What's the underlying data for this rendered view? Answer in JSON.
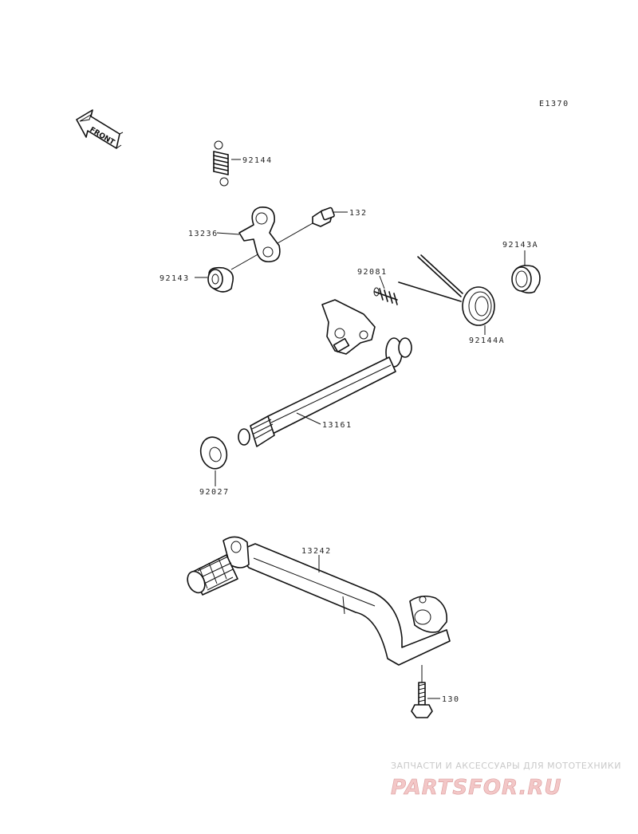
{
  "diagram_code": "E1370",
  "front_arrow": {
    "label": "FRONT",
    "icon": "front-arrow-icon"
  },
  "parts": [
    {
      "id": "92144",
      "label": "92144"
    },
    {
      "id": "132",
      "label": "132"
    },
    {
      "id": "13236",
      "label": "13236"
    },
    {
      "id": "92143",
      "label": "92143"
    },
    {
      "id": "92081",
      "label": "92081"
    },
    {
      "id": "92143A",
      "label": "92143A"
    },
    {
      "id": "92144A",
      "label": "92144A"
    },
    {
      "id": "13161",
      "label": "13161"
    },
    {
      "id": "92027",
      "label": "92027"
    },
    {
      "id": "13242",
      "label": "13242"
    },
    {
      "id": "130",
      "label": "130"
    }
  ],
  "watermark": {
    "tagline": "ЗАПЧАСТИ И АКСЕССУАРЫ ДЛЯ МОТОТЕХНИКИ",
    "logo": "PARTSFOR.RU",
    "colors": {
      "logo_fill": "#f3c7c7",
      "tagline": "#c9c9c9"
    }
  }
}
